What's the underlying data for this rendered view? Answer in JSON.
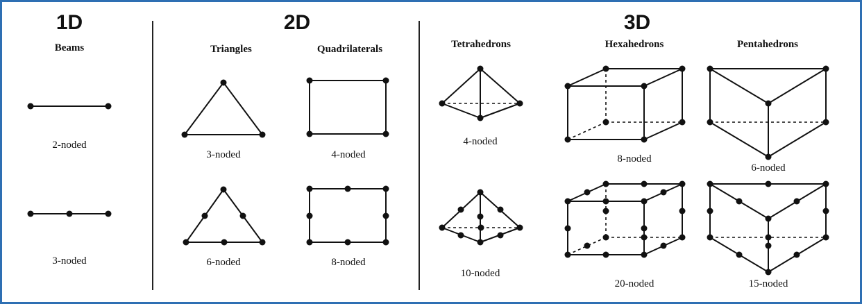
{
  "dimensions": {
    "d1": "1D",
    "d2": "2D",
    "d3": "3D"
  },
  "categories": {
    "beams": "Beams",
    "triangles": "Triangles",
    "quadrilaterals": "Quadrilaterals",
    "tetrahedrons": "Tetrahedrons",
    "hexahedrons": "Hexahedrons",
    "pentahedrons": "Pentahedrons"
  },
  "elements": {
    "beam2": "2-noded",
    "beam3": "3-noded",
    "tri3": "3-noded",
    "tri6": "6-noded",
    "quad4": "4-noded",
    "quad8": "8-noded",
    "tet4": "4-noded",
    "tet10": "10-noded",
    "hex8": "8-noded",
    "hex20": "20-noded",
    "penta6": "6-noded",
    "penta15": "15-noded"
  },
  "colors": {
    "frame": "#2e6fb3",
    "ink": "#111111"
  }
}
